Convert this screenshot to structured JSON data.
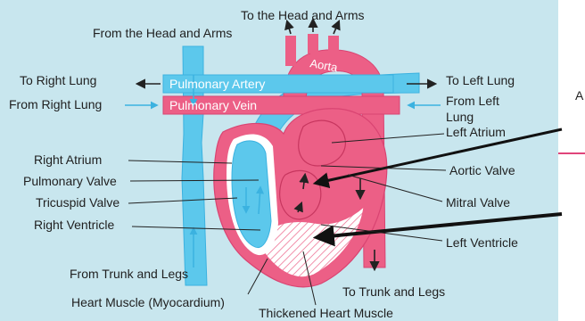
{
  "colors": {
    "background": "#c8e6ee",
    "deoxygenated": "#5cc8ec",
    "oxygenated": "#ec5f86",
    "panel": "#ffffff",
    "panel_divider": "#e0457a"
  },
  "labels": {
    "to_head_arms": "To the Head and Arms",
    "from_head_arms": "From the Head and Arms",
    "to_right_lung": "To Right Lung",
    "from_right_lung": "From Right Lung",
    "pulmonary_artery": "Pulmonary Artery",
    "pulmonary_vein": "Pulmonary Vein",
    "aorta": "Aorta",
    "to_left_lung": "To Left Lung",
    "from_left_lung_line1": "From Left",
    "from_left_lung_line2": "Lung",
    "left_atrium": "Left Atrium",
    "right_atrium": "Right Atrium",
    "pulmonary_valve": "Pulmonary Valve",
    "tricuspid_valve": "Tricuspid Valve",
    "right_ventricle": "Right Ventricle",
    "aortic_valve": "Aortic Valve",
    "mitral_valve": "Mitral Valve",
    "left_ventricle": "Left Ventricle",
    "from_trunk_legs": "From Trunk and Legs",
    "to_trunk_legs": "To Trunk and Legs",
    "heart_muscle": "Heart Muscle (Myocardium)",
    "thickened_heart_muscle": "Thickened Heart Muscle"
  },
  "side_panel": {
    "top_text_fragment": "A"
  }
}
